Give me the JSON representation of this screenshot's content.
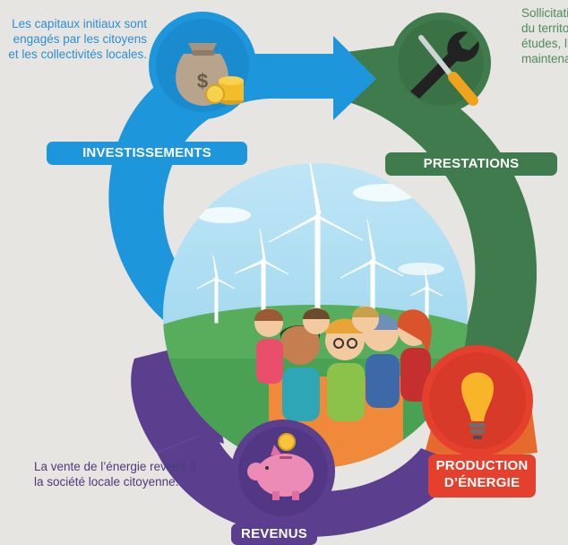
{
  "stages": {
    "investissements": {
      "label": "INVESTISSEMENTS",
      "description": "Les capitaux initiaux sont engagés par les citoyens et les collectivités locales.",
      "icon": "money-bag-icon",
      "color": "#1d96dc"
    },
    "prestations": {
      "label": "PRESTATIONS",
      "description": "Sollicitation des acteurs du territoire pour les études, l’installation et la maintenance.",
      "icon": "wrench-screwdriver-icon",
      "color": "#3f7b4c"
    },
    "production": {
      "label_line1": "PRODUCTION",
      "label_line2": "D’ÉNERGIE",
      "icon": "light-bulb-icon",
      "color": "#e5402d"
    },
    "revenus": {
      "label": "REVENUS",
      "description": "La vente de l’énergie revient à la société locale citoyenne.",
      "icon": "piggy-bank-icon",
      "color": "#5b3f8e"
    }
  },
  "colors": {
    "background": "#e7e5e1",
    "sky": "#9fd6ef",
    "field": "#4aa053",
    "turbine": "#ffffff"
  },
  "illustration": "citizens-and-wind-turbines"
}
